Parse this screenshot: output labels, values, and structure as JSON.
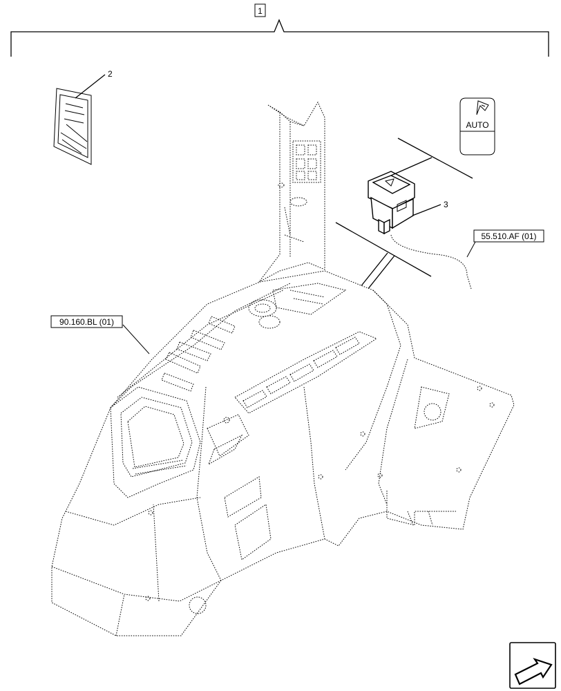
{
  "assembly": {
    "ref": "1"
  },
  "callouts": [
    {
      "id": "decal",
      "ref": "2"
    },
    {
      "id": "switch",
      "ref": "3"
    }
  ],
  "cross_refs": [
    {
      "id": "console",
      "text": "90.160.BL (01)"
    },
    {
      "id": "harness",
      "text": "55.510.AF (01)"
    }
  ],
  "decal_symbol": {
    "text": "AUTO",
    "icon": "triangle-arrow-icon"
  },
  "nav_icon": {
    "icon": "next-page-arrow-icon"
  }
}
